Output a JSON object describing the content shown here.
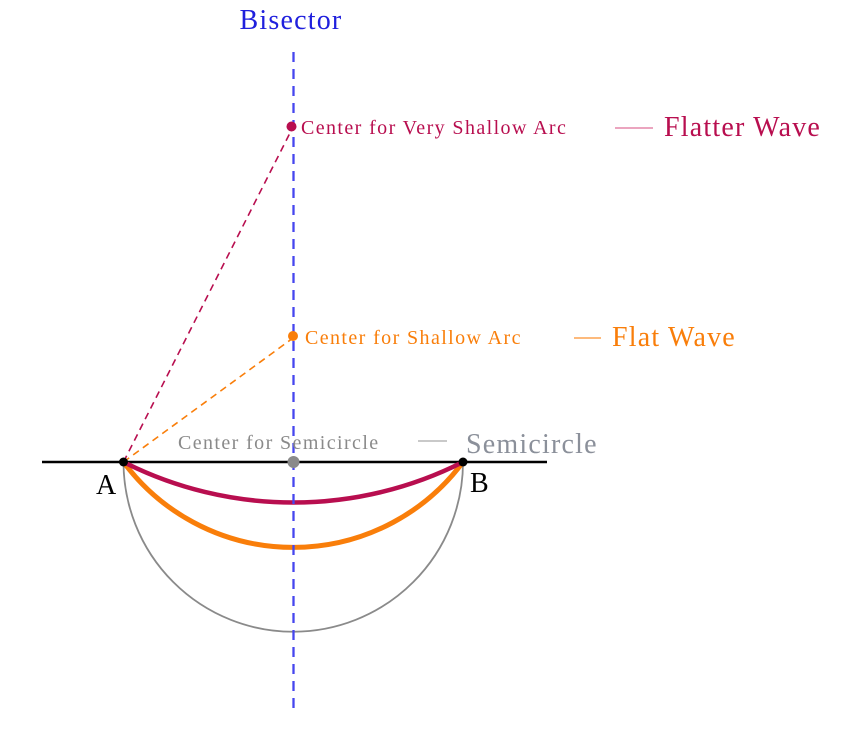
{
  "title": {
    "bisector_label": "Bisector"
  },
  "arcs": {
    "very_shallow": {
      "center_label": "Center for Very Shallow Arc",
      "wave_label": "Flatter Wave"
    },
    "shallow": {
      "center_label": "Center for Shallow Arc",
      "wave_label": "Flat Wave"
    },
    "semicircle": {
      "center_label": "Center for Semicircle",
      "wave_label": "Semicircle"
    }
  },
  "points": {
    "a_label": "A",
    "b_label": "B"
  },
  "colors": {
    "crimson": "#b80e4f",
    "crimson_light": "#eba5bf",
    "orange": "#f97e0a",
    "orange_light": "#fdba7c",
    "gray": "#8a8a8a",
    "gray_text_large": "#8b909a",
    "gray_light": "#c9c9c9",
    "blue_text": "#2020dd",
    "blue_line": "#4646ef",
    "black": "#000000"
  }
}
